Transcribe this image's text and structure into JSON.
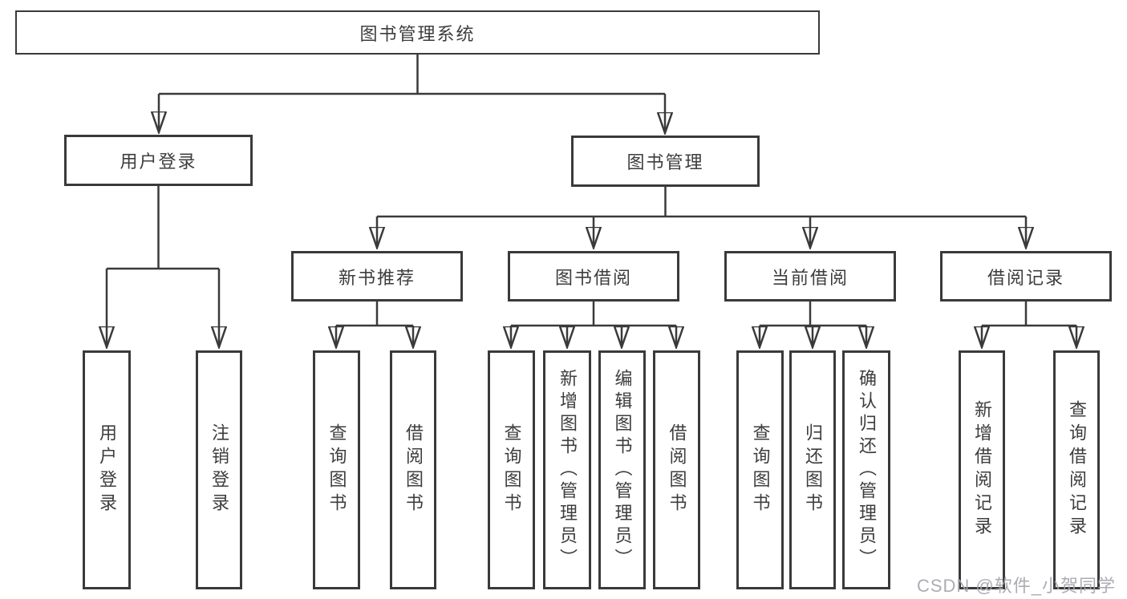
{
  "tree": {
    "root": "图书管理系统",
    "login_branch": {
      "label": "用户登录",
      "children": [
        "用户登录",
        "注销登录"
      ]
    },
    "mgmt_branch": {
      "label": "图书管理",
      "groups": [
        {
          "label": "新书推荐",
          "children": [
            "查询图书",
            "借阅图书"
          ]
        },
        {
          "label": "图书借阅",
          "children": [
            "查询图书",
            "新增图书（管理员）",
            "编辑图书（管理员）",
            "借阅图书"
          ]
        },
        {
          "label": "当前借阅",
          "children": [
            "查询图书",
            "归还图书",
            "确认归还（管理员）"
          ]
        },
        {
          "label": "借阅记录",
          "children": [
            "新增借阅记录",
            "查询借阅记录"
          ]
        }
      ]
    }
  },
  "watermark": "CSDN @软件_小贺同学",
  "colors": {
    "line": "#3a3a3a",
    "text": "#3d3d3d",
    "background": "#ffffff",
    "watermark": "#a5a5ac"
  }
}
